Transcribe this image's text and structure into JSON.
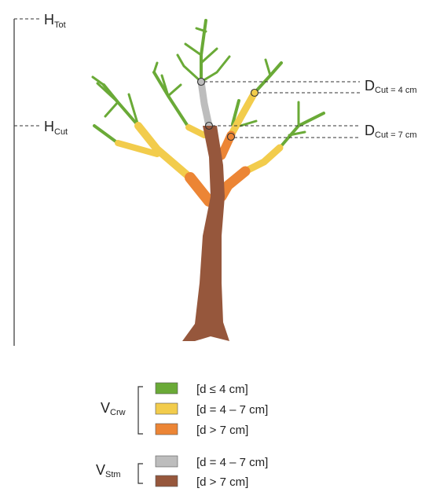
{
  "heights": {
    "total": {
      "main": "H",
      "sub": "Tot"
    },
    "cut": {
      "main": "H",
      "sub": "Cut"
    }
  },
  "diameters": {
    "cut_4": {
      "main": "D",
      "sub": "Cut = 4 cm"
    },
    "cut_7": {
      "main": "D",
      "sub": "Cut = 7 cm"
    }
  },
  "legend": {
    "crown_group": {
      "main": "V",
      "sub": "Crw"
    },
    "stem_group": {
      "main": "V",
      "sub": "Stm"
    },
    "items": [
      {
        "label": "[d ≤ 4 cm]",
        "color": "#6aaa37"
      },
      {
        "label": "[d = 4 – 7 cm]",
        "color": "#f2cc4c"
      },
      {
        "label": "[d > 7 cm]",
        "color": "#ec8535"
      },
      {
        "label": "[d = 4 – 7 cm]",
        "color": "#bdbdbd"
      },
      {
        "label": "[d > 7 cm]",
        "color": "#96573c"
      }
    ]
  },
  "colors": {
    "twig": "#6aaa37",
    "branch_mid": "#f2cc4c",
    "branch_thick": "#ec8535",
    "stem_mid": "#bdbdbd",
    "stem_thick": "#96573c"
  }
}
